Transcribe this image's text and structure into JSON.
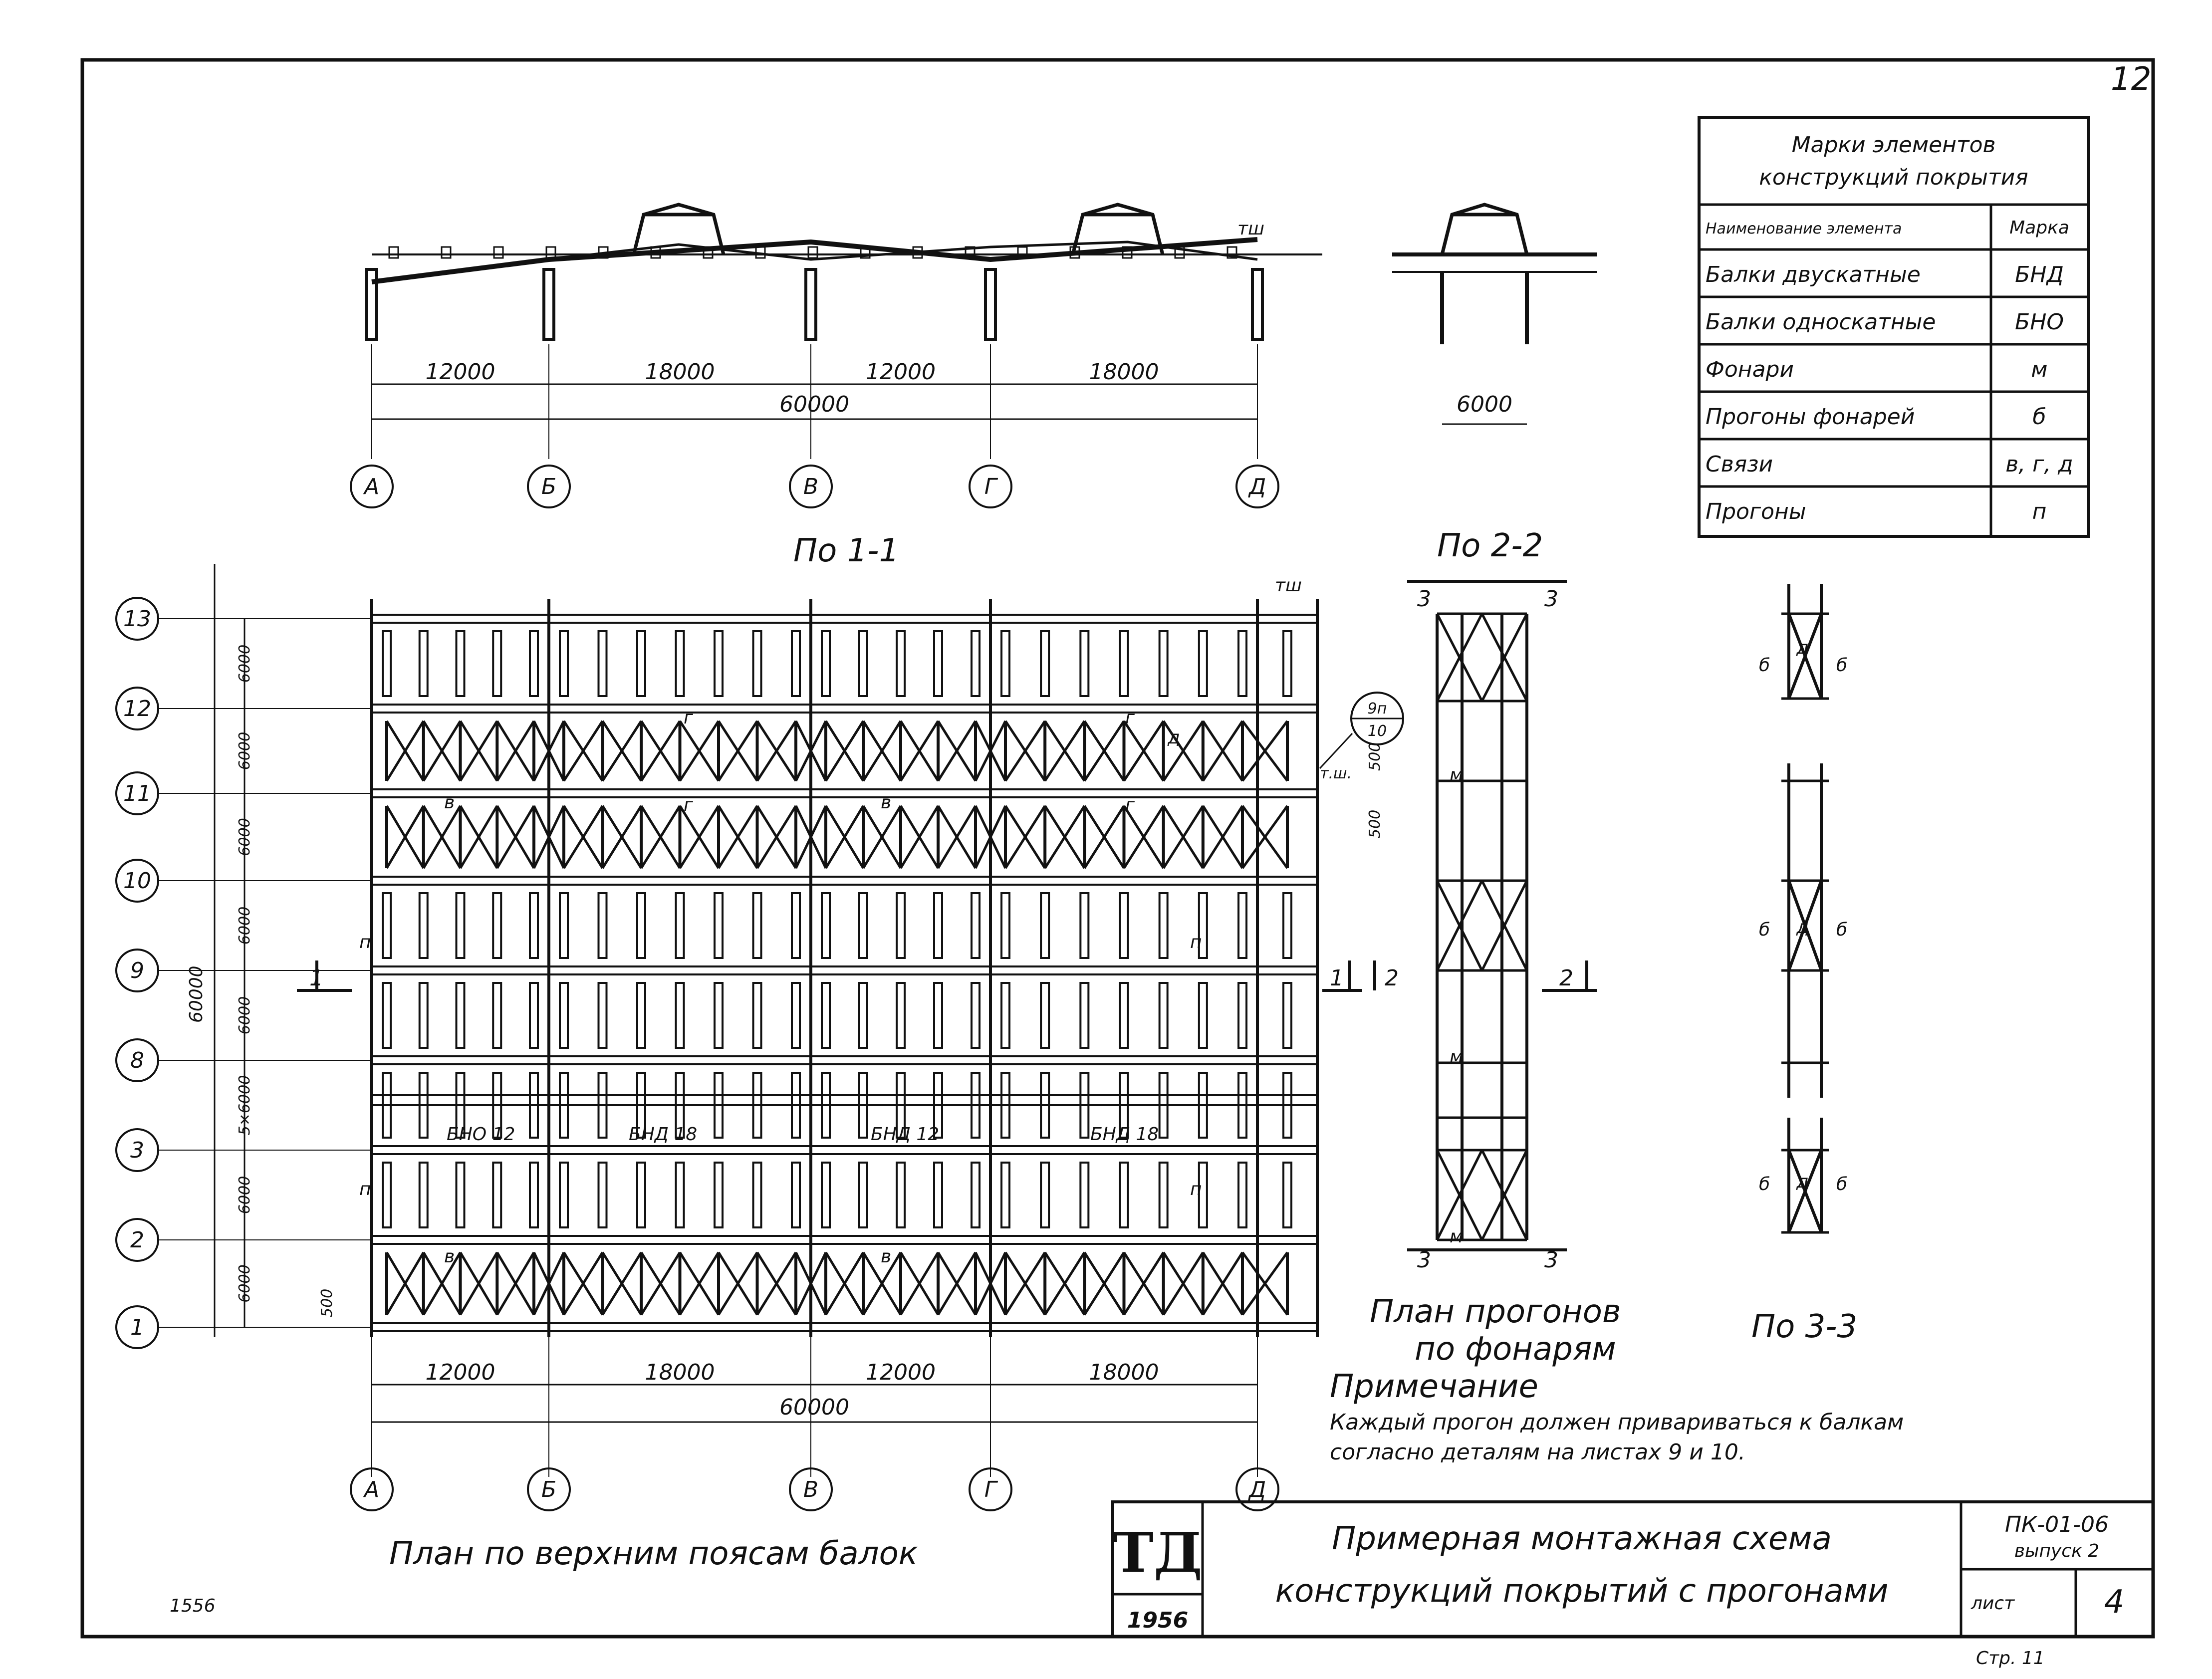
{
  "page_number": "12",
  "sheet_code": "1556",
  "table": {
    "title_line1": "Марки элементов",
    "title_line2": "конструкций покрытия",
    "col_name": "Наименование элемента",
    "col_mark": "Марка",
    "rows": [
      {
        "name": "Балки двускатные",
        "mark": "БНД"
      },
      {
        "name": "Балки односкатные",
        "mark": "БНО"
      },
      {
        "name": "Фонари",
        "mark": "м"
      },
      {
        "name": "Прогоны фонарей",
        "mark": "б"
      },
      {
        "name": "Связи",
        "mark": "в, г, д"
      },
      {
        "name": "Прогоны",
        "mark": "п"
      }
    ]
  },
  "section_1_1": {
    "title": "По 1-1",
    "spans": [
      "12000",
      "18000",
      "12000",
      "18000"
    ],
    "total": "60000",
    "axes": [
      "А",
      "Б",
      "В",
      "Г",
      "Д"
    ],
    "mark_tsh": "тш"
  },
  "section_2_2": {
    "title": "По 2-2",
    "span": "6000"
  },
  "section_3_3": {
    "title": "По 3-3"
  },
  "plan": {
    "title": "План по верхним поясам балок",
    "row_axes": [
      "13",
      "12",
      "11",
      "10",
      "9",
      "8",
      "3",
      "2",
      "1"
    ],
    "row_spacings": [
      "6000",
      "6000",
      "6000",
      "6000",
      "6000",
      "5×6000",
      "6000",
      "6000"
    ],
    "total_vertical": "60000",
    "offset": "500",
    "spans": [
      "12000",
      "18000",
      "12000",
      "18000"
    ],
    "total": "60000",
    "axes": [
      "А",
      "Б",
      "В",
      "Г",
      "Д"
    ],
    "beam_labels": [
      "БНО 12",
      "БНД 18",
      "БНД 12",
      "БНД 18"
    ],
    "callout_top": "9п",
    "callout_bottom": "10",
    "mark_tsh": "т.ш.",
    "mark_tsh_top": "тш",
    "dim_500a": "500",
    "dim_500b": "500",
    "mark_p": "п",
    "mark_v": "в",
    "mark_g": "г",
    "mark_d": "д",
    "cut_1": "1",
    "cut_2": "2"
  },
  "lantern_plan": {
    "title_line1": "План прогонов",
    "title_line2": "по фонарям",
    "cut_3": "3",
    "mark_m": "м",
    "mark_b": "б",
    "mark_d": "д"
  },
  "note": {
    "heading": "Примечание",
    "line1": "Каждый прогон должен привариваться к балкам",
    "line2": "согласно деталям на листах 9 и 10."
  },
  "title_block": {
    "logo": "ТД",
    "year": "1956",
    "title_line1": "Примерная монтажная схема",
    "title_line2": "конструкций покрытий с прогонами",
    "code": "ПК-01-06",
    "issue": "выпуск 2",
    "sheet_label": "лист",
    "sheet_no": "4",
    "page": "Стр. 11"
  }
}
